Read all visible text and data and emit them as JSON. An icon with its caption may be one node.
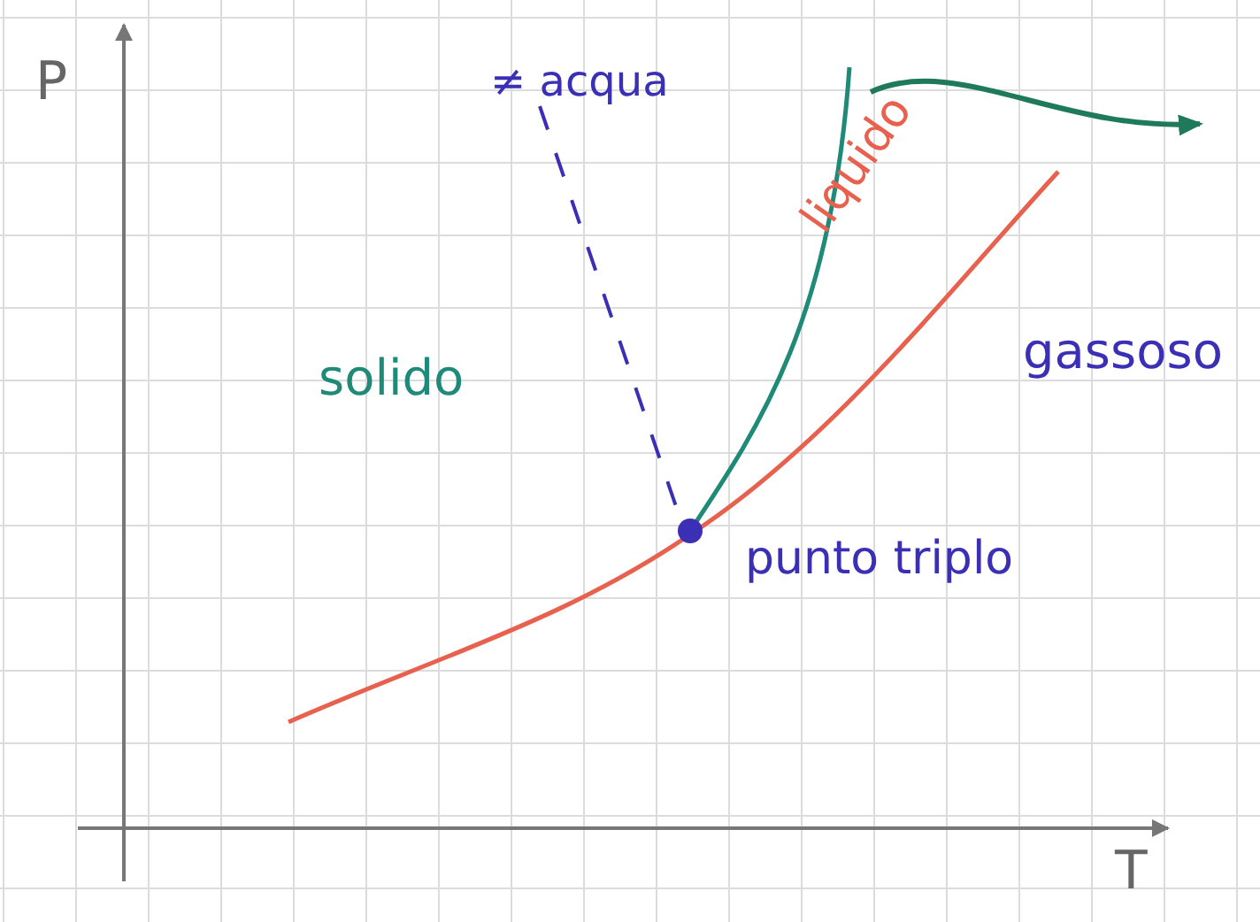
{
  "diagram": {
    "nodes": [
      {
        "text": [
          "≠ acqua"
        ]
      },
      {
        "text": [],
        "shape": "circle",
        "beside": [
          "punto triplo"
        ]
      }
    ],
    "edges": [
      {
        "from": 0,
        "to": 1,
        "arrow": "none",
        "style": "dashed",
        "color": "#3b30b5"
      }
    ],
    "labels": [
      "P",
      "solido",
      "liquido",
      "gassoso",
      "T"
    ]
  }
}
